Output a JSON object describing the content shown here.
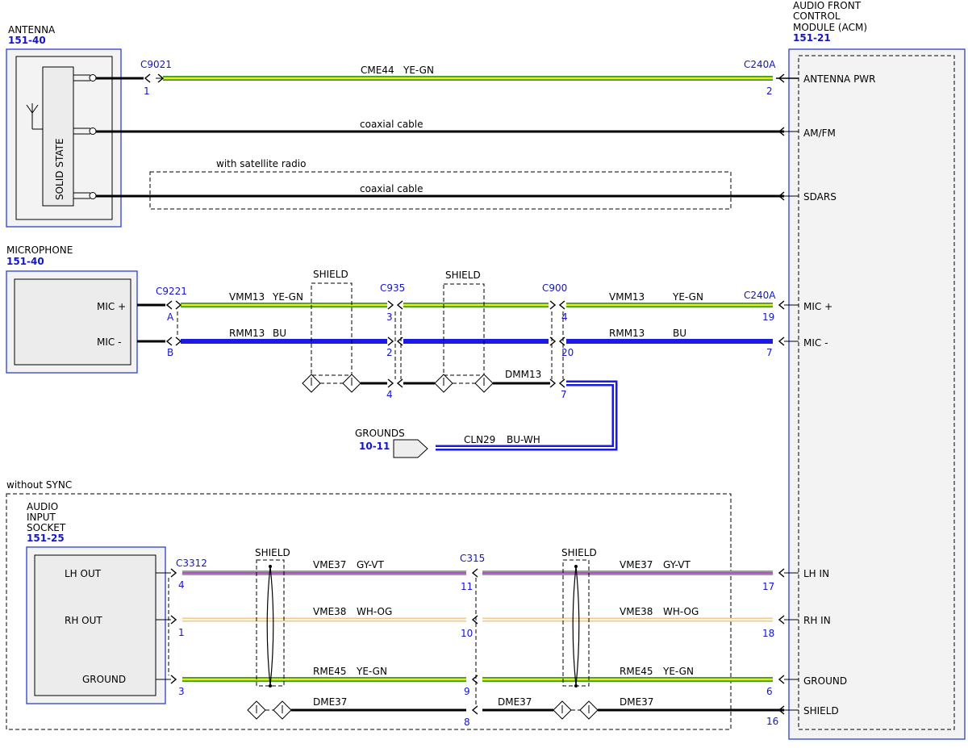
{
  "colors": {
    "YE-GN": [
      "#e6ec1c",
      "#3f9a2a"
    ],
    "BU": [
      "#1a1ae6",
      "#1a1ae6"
    ],
    "GY-VT": [
      "#9a9a9a",
      "#b050c8"
    ],
    "WH-OG": [
      "#fff6e6",
      "#f0a040"
    ],
    "BU-WH": [
      "#1a1ae6",
      "#ffffff"
    ]
  },
  "components": {
    "antenna": {
      "name": "ANTENNA",
      "ref": "151-40",
      "inner_label": "SOLID STATE"
    },
    "microphone": {
      "name": "MICROPHONE",
      "ref": "151-40",
      "pins": [
        "MIC +",
        "MIC -"
      ]
    },
    "acm": {
      "name_lines": [
        "AUDIO FRONT",
        "CONTROL",
        "MODULE (ACM)"
      ],
      "ref": "151-21",
      "pins": [
        "ANTENNA PWR",
        "AM/FM",
        "SDARS",
        "MIC +",
        "MIC -",
        "LH IN",
        "RH IN",
        "GROUND",
        "SHIELD"
      ]
    },
    "audio_input": {
      "name_lines": [
        "AUDIO",
        "INPUT",
        "SOCKET"
      ],
      "ref": "151-25",
      "pins": [
        "LH OUT",
        "RH OUT",
        "GROUND"
      ]
    },
    "grounds": {
      "name": "GROUNDS",
      "ref": "10-11"
    }
  },
  "options": {
    "satellite": "with satellite radio",
    "no_sync": "without SYNC"
  },
  "connectors": {
    "c9021": "C9021",
    "c240a_top": "C240A",
    "c9221": "C9221",
    "c935": "C935",
    "c900": "C900",
    "c240a_mic": "C240A",
    "c3312": "C3312",
    "c315": "C315"
  },
  "shield_label": "SHIELD",
  "wires": {
    "cme44": {
      "circuit": "CME44",
      "color": "YE-GN"
    },
    "coax1": {
      "label": "coaxial cable"
    },
    "coax2": {
      "label": "coaxial cable"
    },
    "vmm13_a": {
      "circuit": "VMM13",
      "color": "YE-GN"
    },
    "vmm13_b": {
      "circuit": "VMM13",
      "color": "YE-GN"
    },
    "rmm13_a": {
      "circuit": "RMM13",
      "color": "BU"
    },
    "rmm13_b": {
      "circuit": "RMM13",
      "color": "BU"
    },
    "dmm13": {
      "circuit": "DMM13"
    },
    "cln29": {
      "circuit": "CLN29",
      "color": "BU-WH"
    },
    "vme37_a": {
      "circuit": "VME37",
      "color": "GY-VT"
    },
    "vme37_b": {
      "circuit": "VME37",
      "color": "GY-VT"
    },
    "vme38_a": {
      "circuit": "VME38",
      "color": "WH-OG"
    },
    "vme38_b": {
      "circuit": "VME38",
      "color": "WH-OG"
    },
    "rme45_a": {
      "circuit": "RME45",
      "color": "YE-GN"
    },
    "rme45_b": {
      "circuit": "RME45",
      "color": "YE-GN"
    },
    "dme37_a": {
      "circuit": "DME37"
    },
    "dme37_b": {
      "circuit": "DME37"
    },
    "dme37_c": {
      "circuit": "DME37"
    }
  },
  "pins": {
    "c9021": "1",
    "c240a_pwr": "2",
    "c9221_a": "A",
    "c9221_b": "B",
    "c935_3": "3",
    "c935_2": "2",
    "c935_4": "4",
    "c900_4": "4",
    "c900_20": "20",
    "c900_7": "7",
    "c240a_19": "19",
    "c240a_7": "7",
    "c3312_4": "4",
    "c3312_1": "1",
    "c3312_3": "3",
    "c315_11": "11",
    "c315_10": "10",
    "c315_9": "9",
    "c315_8": "8",
    "acm_17": "17",
    "acm_18": "18",
    "acm_6": "6",
    "acm_16": "16"
  }
}
